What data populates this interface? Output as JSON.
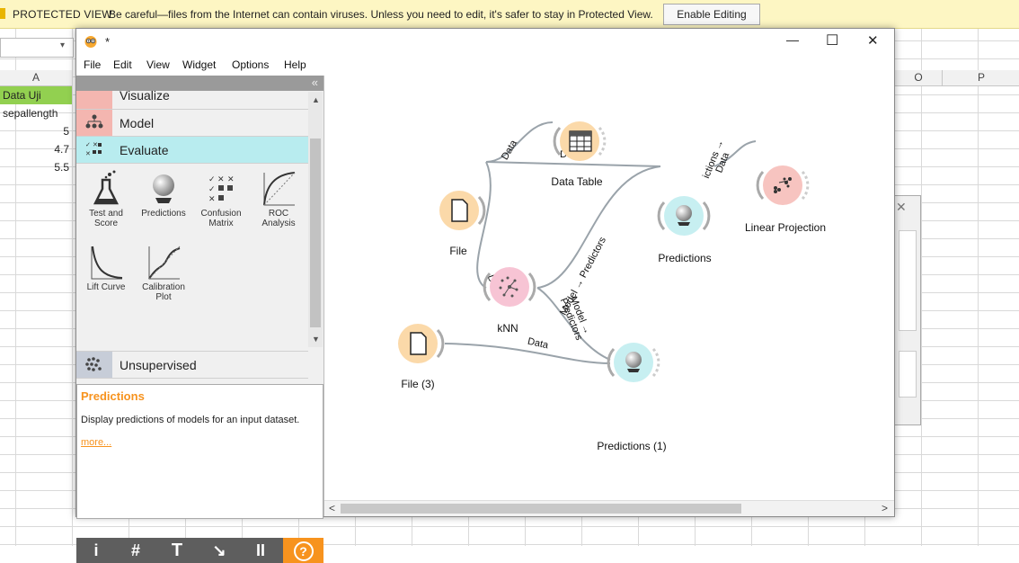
{
  "protected_view": {
    "label": "PROTECTED VIEW",
    "message": "Be careful—files from the Internet can contain viruses. Unless you need to edit, it's safer to stay in Protected View.",
    "button": "Enable Editing"
  },
  "excel": {
    "columns_left": [
      "A"
    ],
    "columns_right": [
      "O",
      "P"
    ],
    "cells": [
      "Data Uji",
      "sepallength",
      "5",
      "4.7",
      "5.5"
    ],
    "header_color": "#92d050"
  },
  "window": {
    "title": "*",
    "controls": {
      "minimize": "—",
      "maximize": "☐",
      "close": "✕"
    }
  },
  "menu": [
    "File",
    "Edit",
    "View",
    "Widget",
    "Options",
    "Help"
  ],
  "dock": {
    "collapse": "«",
    "categories": [
      {
        "label": "Visualize",
        "color": "#f4b6b0"
      },
      {
        "label": "Model",
        "color": "#f4b6b0"
      },
      {
        "label": "Evaluate",
        "color": "#b8ecef"
      },
      {
        "label": "Unsupervised",
        "color": "#c7cdd8"
      }
    ],
    "tools": [
      {
        "label": "Test and Score"
      },
      {
        "label": "Predictions"
      },
      {
        "label": "Confusion Matrix"
      },
      {
        "label": "ROC Analysis"
      },
      {
        "label": "Lift Curve"
      },
      {
        "label": "Calibration Plot"
      }
    ],
    "description": {
      "title": "Predictions",
      "text": "Display predictions of models for an input dataset.",
      "more": "more..."
    },
    "toolbar": [
      "i",
      "#",
      "T",
      "↘",
      "II",
      "?"
    ],
    "accent": "#f7931e"
  },
  "canvas": {
    "nodes": [
      {
        "id": "file",
        "label": "File"
      },
      {
        "id": "datatable",
        "label": "Data Table"
      },
      {
        "id": "predictions",
        "label": "Predictions"
      },
      {
        "id": "linproj",
        "label": "Linear Projection"
      },
      {
        "id": "knn",
        "label": "kNN"
      },
      {
        "id": "file3",
        "label": "File (3)"
      },
      {
        "id": "predictions1",
        "label": "Predictions (1)"
      }
    ],
    "edges": [
      {
        "label": "Data"
      },
      {
        "label": "Data"
      },
      {
        "label": "Data"
      },
      {
        "label": "Model → Predictors"
      },
      {
        "label": "Model →\nPredictors"
      },
      {
        "label": "Data"
      },
      {
        "label": "ictions →\nData"
      }
    ],
    "scroll_left": "<",
    "scroll_right": ">"
  }
}
